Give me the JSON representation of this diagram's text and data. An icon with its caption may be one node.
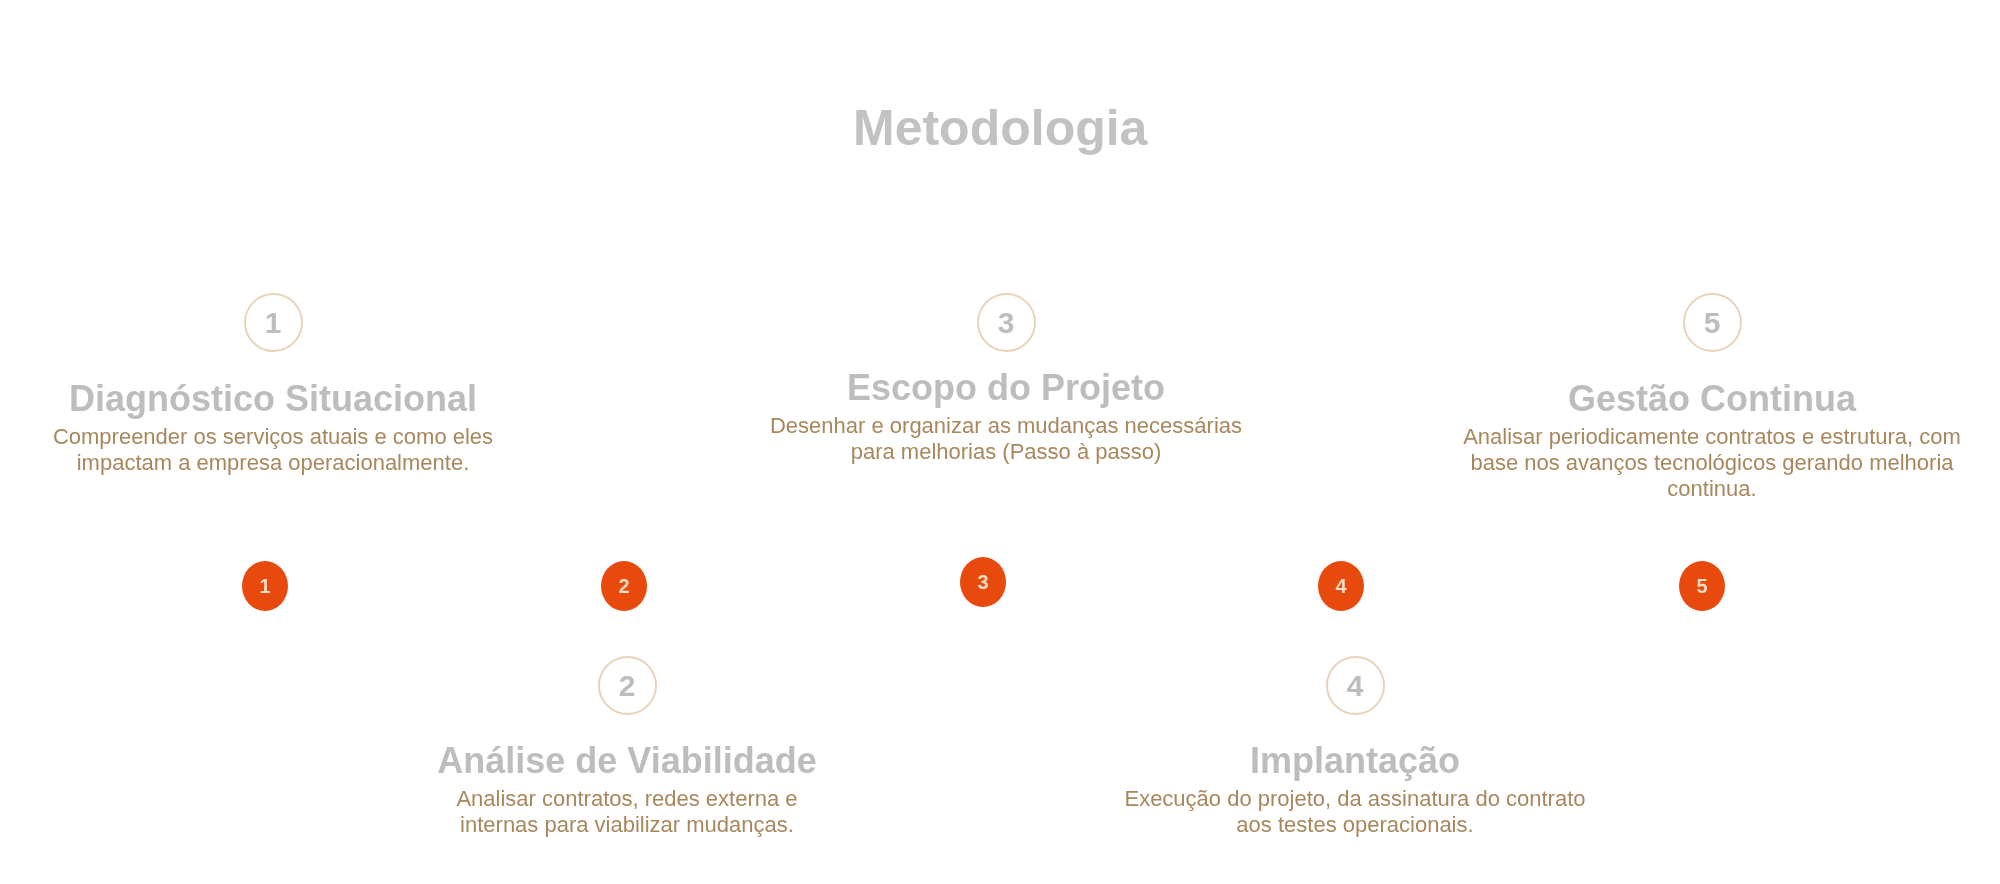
{
  "diagram": {
    "title": "Metodologia",
    "nodes": [
      {
        "text": [
          "1"
        ],
        "beside": [
          "Diagnóstico Situacional",
          "Compreender os serviços atuais e como eles impactam a empresa operacionalmente."
        ]
      },
      {
        "text": [
          "3"
        ],
        "beside": [
          "Escopo do Projeto",
          "Desenhar e organizar as mudanças necessárias para melhorias (Passo à passo)"
        ]
      },
      {
        "text": [
          "5"
        ],
        "beside": [
          "Gestão Continua",
          "Analisar periodicamente contratos e estrutura, com base nos avanços tecnológicos gerando melhoria continua."
        ]
      },
      {
        "text": [
          "1"
        ]
      },
      {
        "text": [
          "2"
        ]
      },
      {
        "text": [
          "3"
        ]
      },
      {
        "text": [
          "4"
        ]
      },
      {
        "text": [
          "5"
        ]
      },
      {
        "text": [
          "2"
        ],
        "beside": [
          "Análise de Viabilidade",
          "Analisar contratos, redes externa e internas para viabilizar mudanças."
        ]
      },
      {
        "text": [
          "4"
        ],
        "beside": [
          "Implantação",
          "Execução do projeto, da assinatura do contrato aos testes operacionais."
        ]
      }
    ]
  }
}
